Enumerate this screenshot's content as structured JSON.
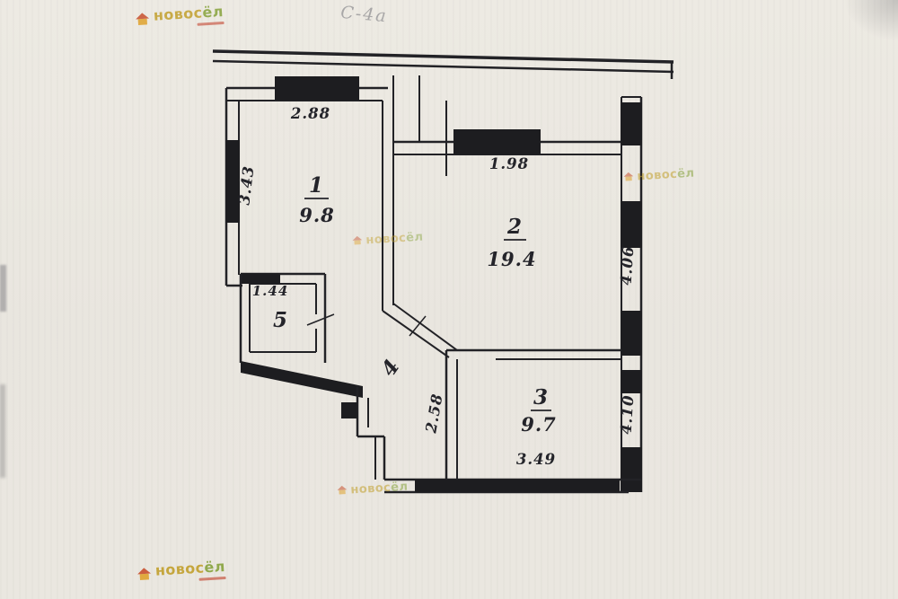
{
  "note": {
    "handwritten": "С-4а"
  },
  "watermark": {
    "text_main": "новос",
    "text_accent": "ёл"
  },
  "rooms": {
    "r1": {
      "number": "1",
      "area": "9.8"
    },
    "r2": {
      "number": "2",
      "area": "19.4"
    },
    "r3": {
      "number": "3",
      "area": "9.7"
    },
    "r4": {
      "number": "4"
    },
    "r5": {
      "number": "5"
    }
  },
  "dims": {
    "r1_top": "2.88",
    "r1_left": "3.43",
    "r2_top": "1.98",
    "r2_right": "4.06",
    "r3_right": "4.10",
    "r3_left": "2.58",
    "r3_bottom": "3.49",
    "r5_top": "1.44"
  }
}
